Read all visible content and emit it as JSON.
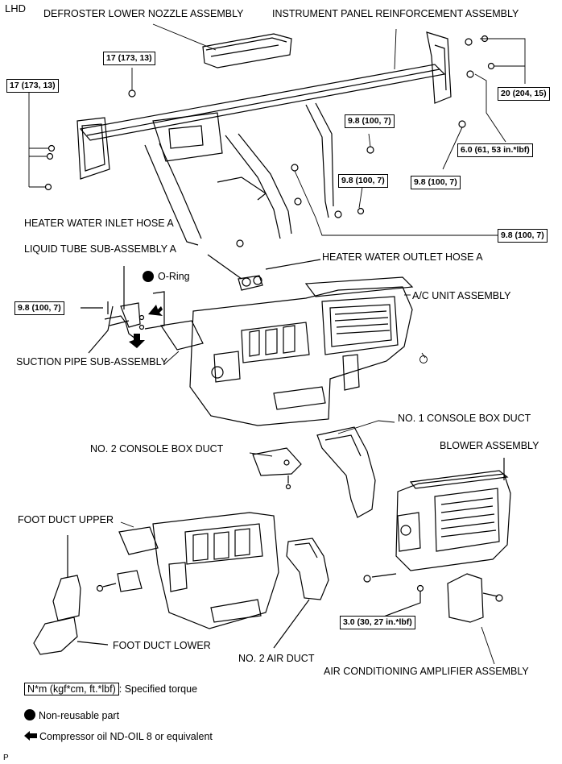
{
  "header": {
    "corner_label": "LHD",
    "footer_mark": "P"
  },
  "labels": {
    "defroster": "DEFROSTER LOWER NOZZLE ASSEMBLY",
    "ip_reinforcement": "INSTRUMENT PANEL REINFORCEMENT ASSEMBLY",
    "heater_inlet": "HEATER WATER INLET HOSE A",
    "liquid_tube": "LIQUID TUBE SUB-ASSEMBLY A",
    "oring": "O-Ring",
    "heater_outlet": "HEATER WATER OUTLET HOSE A",
    "ac_unit": "A/C UNIT ASSEMBLY",
    "suction_pipe": "SUCTION PIPE SUB-ASSEMBLY",
    "console1": "NO. 1 CONSOLE BOX DUCT",
    "console2": "NO. 2 CONSOLE BOX DUCT",
    "blower": "BLOWER ASSEMBLY",
    "foot_upper": "FOOT DUCT UPPER",
    "foot_lower": "FOOT DUCT LOWER",
    "air_duct2": "NO. 2 AIR DUCT",
    "amplifier": "AIR CONDITIONING AMPLIFIER ASSEMBLY"
  },
  "torques": {
    "t17a": "17 (173, 13)",
    "t17b": "17 (173, 13)",
    "t20": "20 (204, 15)",
    "t6": "6.0 (61, 53 in.*lbf)",
    "t98a": "9.8 (100, 7)",
    "t98b": "9.8 (100, 7)",
    "t98c": "9.8 (100, 7)",
    "t98d": "9.8 (100, 7)",
    "t98e": "9.8 (100, 7)",
    "t3": "3.0 (30, 27 in.*lbf)"
  },
  "legend": {
    "torque_unit": "N*m (kgf*cm, ft.*lbf)",
    "torque_desc": ": Specified torque",
    "non_reusable": "Non-reusable part",
    "compressor_oil": "Compressor oil ND-OIL 8 or equivalent"
  },
  "icons": [
    "bolt-icon",
    "nut-icon",
    "o-ring-dot-icon",
    "oil-arrow-icon"
  ]
}
